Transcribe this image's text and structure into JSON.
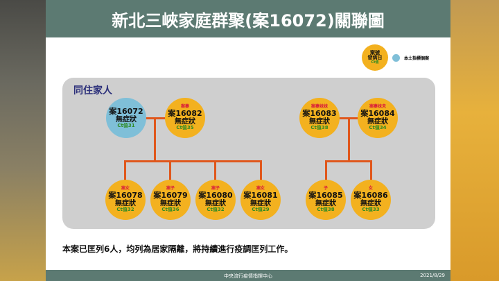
{
  "title": "新北三峽家庭群聚(案16072)關聯圖",
  "legend": {
    "node_lines": [
      "案號",
      "發病日",
      "Ct值"
    ],
    "blue_label": "本土指標個案"
  },
  "panel_title": "同住家人",
  "nodes": [
    {
      "rel": "",
      "id": "案16072",
      "sym": "無症狀",
      "ct": "Ct值31"
    },
    {
      "rel": "案妻",
      "id": "案16082",
      "sym": "無症狀",
      "ct": "Ct值35"
    },
    {
      "rel": "案妻妹妹",
      "id": "案16083",
      "sym": "無症狀",
      "ct": "Ct值38"
    },
    {
      "rel": "案妻妹夫",
      "id": "案16084",
      "sym": "無症狀",
      "ct": "Ct值34"
    },
    {
      "rel": "案女",
      "id": "案16078",
      "sym": "無症狀",
      "ct": "Ct值32"
    },
    {
      "rel": "案子",
      "id": "案16079",
      "sym": "無症狀",
      "ct": "Ct值36"
    },
    {
      "rel": "案子",
      "id": "案16080",
      "sym": "無症狀",
      "ct": "Ct值32"
    },
    {
      "rel": "案女",
      "id": "案16081",
      "sym": "無症狀",
      "ct": "Ct值29"
    },
    {
      "rel": "子",
      "id": "案16085",
      "sym": "無症狀",
      "ct": "Ct值38"
    },
    {
      "rel": "女",
      "id": "案16086",
      "sym": "無症狀",
      "ct": "Ct值33"
    }
  ],
  "note": "本案已匡列6人，均列為居家隔離，將持續進行疫調匡列工作。",
  "footer": {
    "center": "中央流行疫情指揮中心",
    "date": "2021/8/29"
  },
  "colors": {
    "header": "#5c7a72",
    "node": "#f3b11f",
    "index_case": "#7fbfd8",
    "line": "#e0571c"
  }
}
